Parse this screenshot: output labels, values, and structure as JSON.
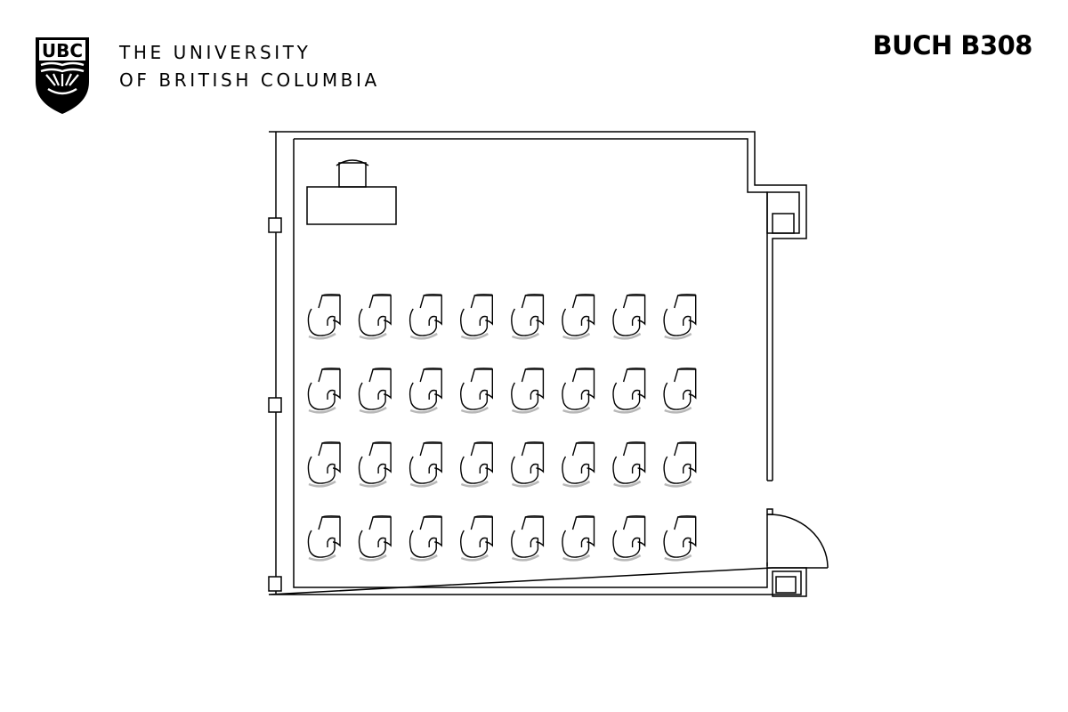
{
  "header": {
    "logo_text": "UBC",
    "university_line1": "THE UNIVERSITY",
    "university_line2": "OF BRITISH COLUMBIA",
    "room_code": "BUCH B308"
  },
  "floor_plan": {
    "seat_rows": 4,
    "seats_per_row": 8,
    "colors": {
      "line": "#000000",
      "seat_shadow": "#b8b8b8",
      "background": "#ffffff"
    }
  }
}
